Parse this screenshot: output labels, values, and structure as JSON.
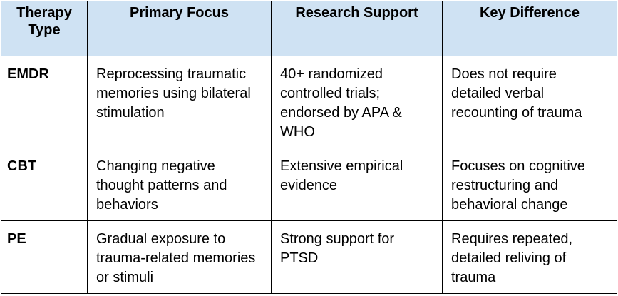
{
  "table": {
    "headers": [
      "Therapy Type",
      "Primary Focus",
      "Research Support",
      "Key Difference"
    ],
    "rows": [
      {
        "type": "EMDR",
        "focus": "Reprocessing traumatic memories using bilateral stimulation",
        "research": "40+ randomized controlled trials; endorsed by APA & WHO",
        "difference": "Does not require detailed verbal recounting of trauma"
      },
      {
        "type": "CBT",
        "focus": "Changing negative thought patterns and behaviors",
        "research": "Extensive empirical evidence",
        "difference": "Focuses on cognitive restructuring and behavioral change"
      },
      {
        "type": "PE",
        "focus": "Gradual exposure to trauma-related memories or stimuli",
        "research": "Strong support for PTSD",
        "difference": "Requires repeated, detailed reliving of trauma"
      }
    ]
  },
  "colors": {
    "header_bg": "#cfe2f3",
    "border": "#000000",
    "text": "#000000"
  }
}
